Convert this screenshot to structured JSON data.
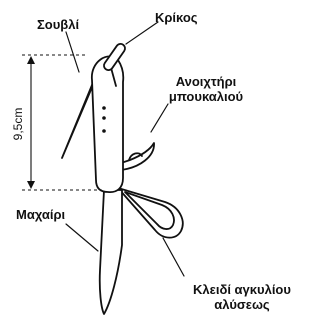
{
  "labels": {
    "skewer": "Σουβλί",
    "ring": "Κρίκος",
    "opener_line1": "Ανοιχτήρι",
    "opener_line2": "μπουκαλιού",
    "knife": "Μαχαίρι",
    "shackle_key_line1": "Κλειδί αγκυλίου",
    "shackle_key_line2": "αλύσεως",
    "dimension": "9,5cm"
  },
  "colors": {
    "stroke": "#111111",
    "fill": "#ffffff"
  }
}
